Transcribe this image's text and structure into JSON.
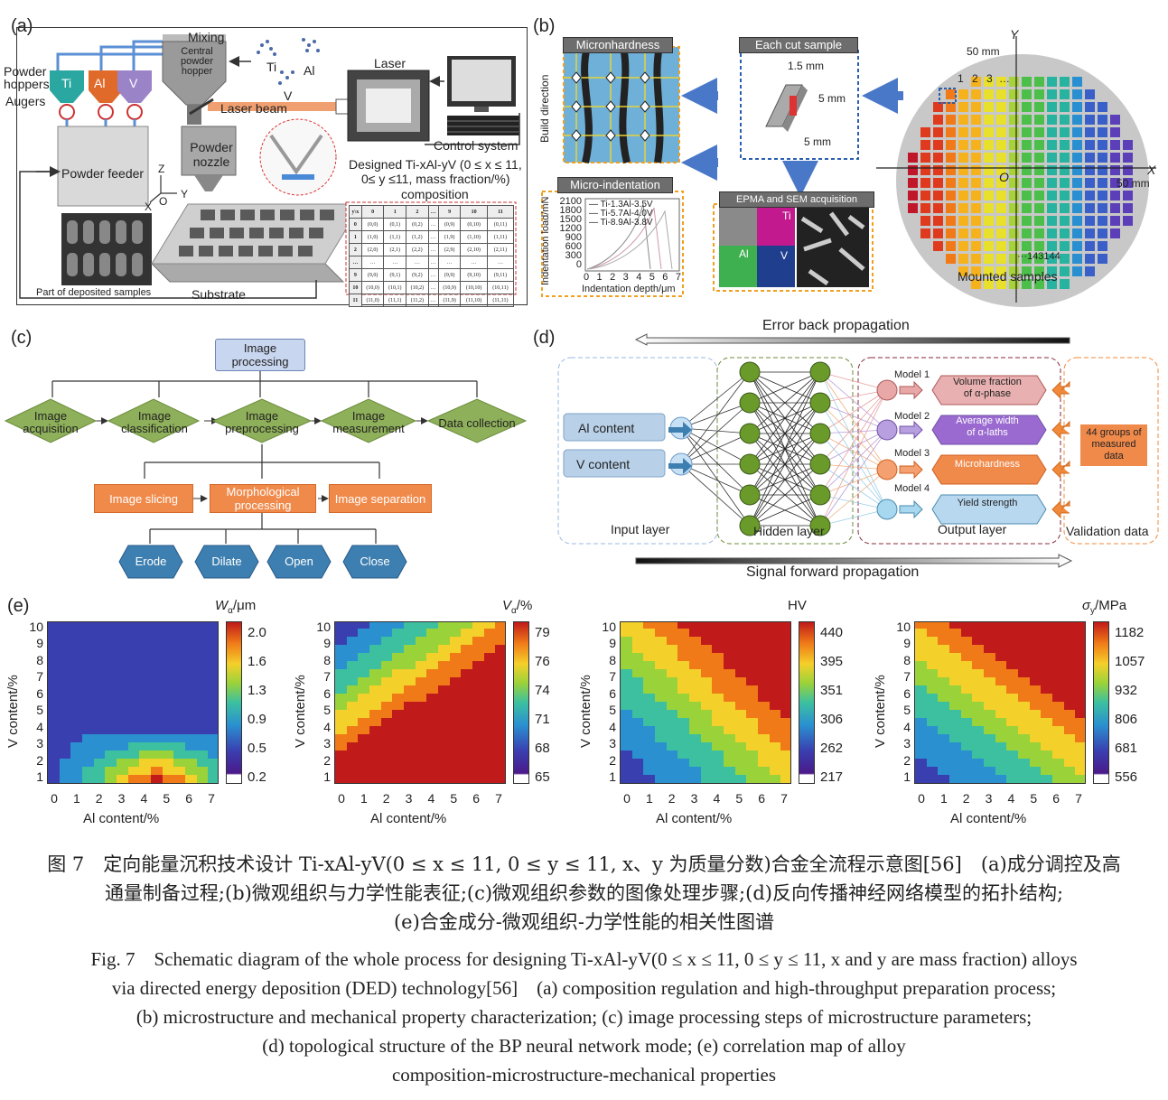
{
  "panel_labels": {
    "a": "(a)",
    "b": "(b)",
    "c": "(c)",
    "d": "(d)",
    "e": "(e)"
  },
  "panel_a": {
    "mixing": "Mixing",
    "central_hopper": "Central\npowder\nhopper",
    "ti": "Ti",
    "al": "Al",
    "v": "V",
    "laser": "Laser",
    "powder_hoppers": "Powder\nhoppers",
    "augers": "Augers",
    "hopper_labels": [
      "Ti",
      "Al",
      "V"
    ],
    "laser_beam": "Laser beam",
    "powder_nozzle": "Powder\nnozzle",
    "control_system": "Control system",
    "powder_feeder": "Powder feeder",
    "designed": "Designed Ti-xAl-yV (0 ≤ x ≤ 11,",
    "designed2": "0≤ y ≤11, mass fraction/%)",
    "designed3": "composition",
    "axes": {
      "z": "Z",
      "y": "Y",
      "x": "X",
      "o": "O"
    },
    "deposited": "Part of deposited samples",
    "substrate": "Substrate",
    "table_header": [
      "y\\x",
      "0",
      "1",
      "2",
      "…",
      "9",
      "10",
      "11"
    ],
    "table_rows": [
      [
        "0",
        "(0,0)",
        "(0,1)",
        "(0,2)",
        "…",
        "(0,9)",
        "(0,10)",
        "(0,11)"
      ],
      [
        "1",
        "(1,0)",
        "(1,1)",
        "(1,2)",
        "…",
        "(1,9)",
        "(1,10)",
        "(1,11)"
      ],
      [
        "2",
        "(2,0)",
        "(2,1)",
        "(2,2)",
        "…",
        "(2,9)",
        "(2,10)",
        "(2,11)"
      ],
      [
        "…",
        "…",
        "…",
        "…",
        "…",
        "…",
        "…",
        "…"
      ],
      [
        "9",
        "(9,0)",
        "(9,1)",
        "(9,2)",
        "…",
        "(9,9)",
        "(9,10)",
        "(9,11)"
      ],
      [
        "10",
        "(10,0)",
        "(10,1)",
        "(10,2)",
        "…",
        "(10,9)",
        "(10,10)",
        "(10,11)"
      ],
      [
        "11",
        "(11,0)",
        "(11,1)",
        "(11,2)",
        "…",
        "(11,9)",
        "(11,10)",
        "(11,11)"
      ]
    ]
  },
  "panel_b": {
    "microhardness": "Micronhardness",
    "build_direction": "Build direction",
    "each_cut": "Each cut sample",
    "dim1": "1.5 mm",
    "dim2": "5 mm",
    "dim3": "5 mm",
    "micro_indent": "Micro-indentation",
    "ylabel": "Indentation load/mN",
    "xlabel": "Indentation depth/μm",
    "yticks": [
      "2100",
      "1800",
      "1500",
      "1200",
      "900",
      "600",
      "300",
      "0"
    ],
    "xticks": [
      "0",
      "1",
      "2",
      "3",
      "4",
      "5",
      "6",
      "7"
    ],
    "legend": [
      "Ti-1.3Al-3.5V",
      "Ti-5.7Al-4.0V",
      "Ti-8.9Al-3.8V"
    ],
    "epma": "EPMA and SEM acquisition",
    "el_ti": "Ti",
    "el_al": "Al",
    "el_v": "V",
    "axis_y": "Y",
    "axis_x": "X",
    "axis_o": "O",
    "mm_top": "50 mm",
    "mm_right": "50 mm",
    "nums": [
      "1",
      "2",
      "3",
      "…"
    ],
    "num_end": "···143144",
    "mounted": "Mounted  samples"
  },
  "panel_c": {
    "top": "Image\nprocessing",
    "row1": [
      "Image\nacquisition",
      "Image\nclassification",
      "Image\npreprocessing",
      "Image\nmeasurement",
      "Data collection"
    ],
    "row2": [
      "Image slicing",
      "Morphological\nprocessing",
      "Image separation"
    ],
    "row3": [
      "Erode",
      "Dilate",
      "Open",
      "Close"
    ]
  },
  "panel_d": {
    "error": "Error back propagation",
    "signal": "Signal forward propagation",
    "inputs": [
      "Al content",
      "V content"
    ],
    "input_layer": "Input layer",
    "hidden_layer": "Hidden layer",
    "output_layer": "Output layer",
    "validation": "Validation data",
    "models": [
      "Model 1",
      "Model 2",
      "Model 3",
      "Model 4"
    ],
    "outputs": [
      "Volume fraction\nof α-phase",
      "Average width\nof α-laths",
      "Microhardness",
      "Yield strength"
    ],
    "measured": "44 groups of\nmeasured\ndata"
  },
  "panel_e": {
    "maps": [
      {
        "title_main": "W",
        "title_sub": "α",
        "title_unit": "/μm",
        "cb": [
          "2.0",
          "1.6",
          "1.3",
          "0.9",
          "0.5",
          "0.2"
        ]
      },
      {
        "title_main": "V",
        "title_sub": "α",
        "title_unit": "/%",
        "cb": [
          "79",
          "76",
          "74",
          "71",
          "68",
          "65"
        ]
      },
      {
        "title_main": "HV",
        "title_sub": "",
        "title_unit": "",
        "cb": [
          "440",
          "395",
          "351",
          "306",
          "262",
          "217"
        ]
      },
      {
        "title_main": "σ",
        "title_sub": "y",
        "title_unit": "/MPa",
        "cb": [
          "1182",
          "1057",
          "932",
          "806",
          "681",
          "556"
        ]
      }
    ],
    "xlabel": "Al content/%",
    "ylabel": "V content/%",
    "xticks": [
      "0",
      "1",
      "2",
      "3",
      "4",
      "5",
      "6",
      "7"
    ],
    "yticks": [
      "1",
      "2",
      "3",
      "4",
      "5",
      "6",
      "7",
      "8",
      "9",
      "10"
    ]
  },
  "caption": {
    "zh1": "图 7　定向能量沉积技术设计 Ti-xAl-yV(0 ≤ x ≤ 11, 0 ≤ y ≤ 11, x、y 为质量分数)合金全流程示意图[56]　(a)成分调控及高",
    "zh2": "通量制备过程;(b)微观组织与力学性能表征;(c)微观组织参数的图像处理步骤;(d)反向传播神经网络模型的拓扑结构;",
    "zh3": "(e)合金成分-微观组织-力学性能的相关性图谱",
    "en1": "Fig. 7　Schematic diagram of the whole process for designing Ti-xAl-yV(0 ≤ x ≤ 11, 0 ≤ y ≤ 11, x and y are mass fraction) alloys",
    "en2": "via directed energy deposition (DED) technology[56]　(a) composition regulation and high-throughput preparation process;",
    "en3": "(b) microstructure and mechanical property characterization; (c) image processing steps of microstructure parameters;",
    "en4": "(d) topological structure of the BP neural network mode; (e) correlation map of alloy",
    "en5": "composition-microstructure-mechanical properties"
  },
  "colors": {
    "orange": "#f08a4b",
    "green": "#8fb05a",
    "blue_hex": "#3d7fb0",
    "dashed_blue": "#2a5fb0",
    "dashed_orange": "#f0a020"
  }
}
